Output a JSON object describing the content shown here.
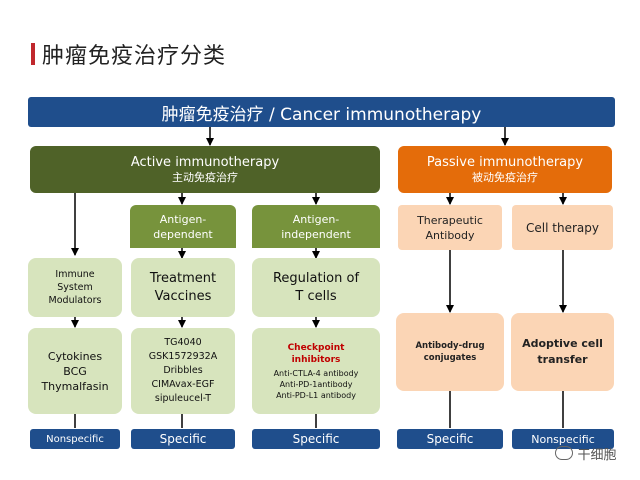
{
  "page_title": "肿瘤免疫治疗分类",
  "root": {
    "label": "肿瘤免疫治疗 / Cancer immunotherapy"
  },
  "active": {
    "en": "Active immunotherapy",
    "zh": "主动免疫治疗"
  },
  "passive": {
    "en": "Passive immunotherapy",
    "zh": "被动免疫治疗"
  },
  "antigen_dependent": {
    "line1": "Antigen-",
    "line2": "dependent"
  },
  "antigen_independent": {
    "line1": "Antigen-",
    "line2": "independent"
  },
  "therapeutic_antibody": {
    "line1": "Therapeutic",
    "line2": "Antibody"
  },
  "cell_therapy": {
    "label": "Cell therapy"
  },
  "immune_system_modulators": {
    "line1": "Immune",
    "line2": "System",
    "line3": "Modulators"
  },
  "treatment_vaccines": {
    "line1": "Treatment",
    "line2": "Vaccines"
  },
  "regulation_tcells": {
    "line1": "Regulation of",
    "line2": "T cells"
  },
  "cytokines": {
    "line1": "Cytokines",
    "line2": "BCG",
    "line3": "Thymalfasin"
  },
  "vaccines_list": {
    "line1": "TG4040",
    "line2": "GSK1572932A",
    "line3": "Dribbles",
    "line4": "CIMAvax-EGF",
    "line5": "sipuleucel-T"
  },
  "checkpoint": {
    "title1": "Checkpoint",
    "title2": "inhibitors",
    "line1": "Anti-CTLA-4 antibody",
    "line2": "Anti-PD-1antibody",
    "line3": "Anti-PD-L1 antibody"
  },
  "adc": {
    "line1": "Antibody-drug",
    "line2": "conjugates"
  },
  "adoptive": {
    "line1": "Adoptive cell",
    "line2": "transfer"
  },
  "labels": {
    "col1": "Nonspecific",
    "col2": "Specific",
    "col3": "Specific",
    "col4": "Specific",
    "col5": "Nonspecific"
  },
  "watermark": "干细胞",
  "colors": {
    "navy": "#1f4e8c",
    "dark_green": "#4f6228",
    "orange": "#e46c0a",
    "checkpoint_red": "#c00000"
  }
}
